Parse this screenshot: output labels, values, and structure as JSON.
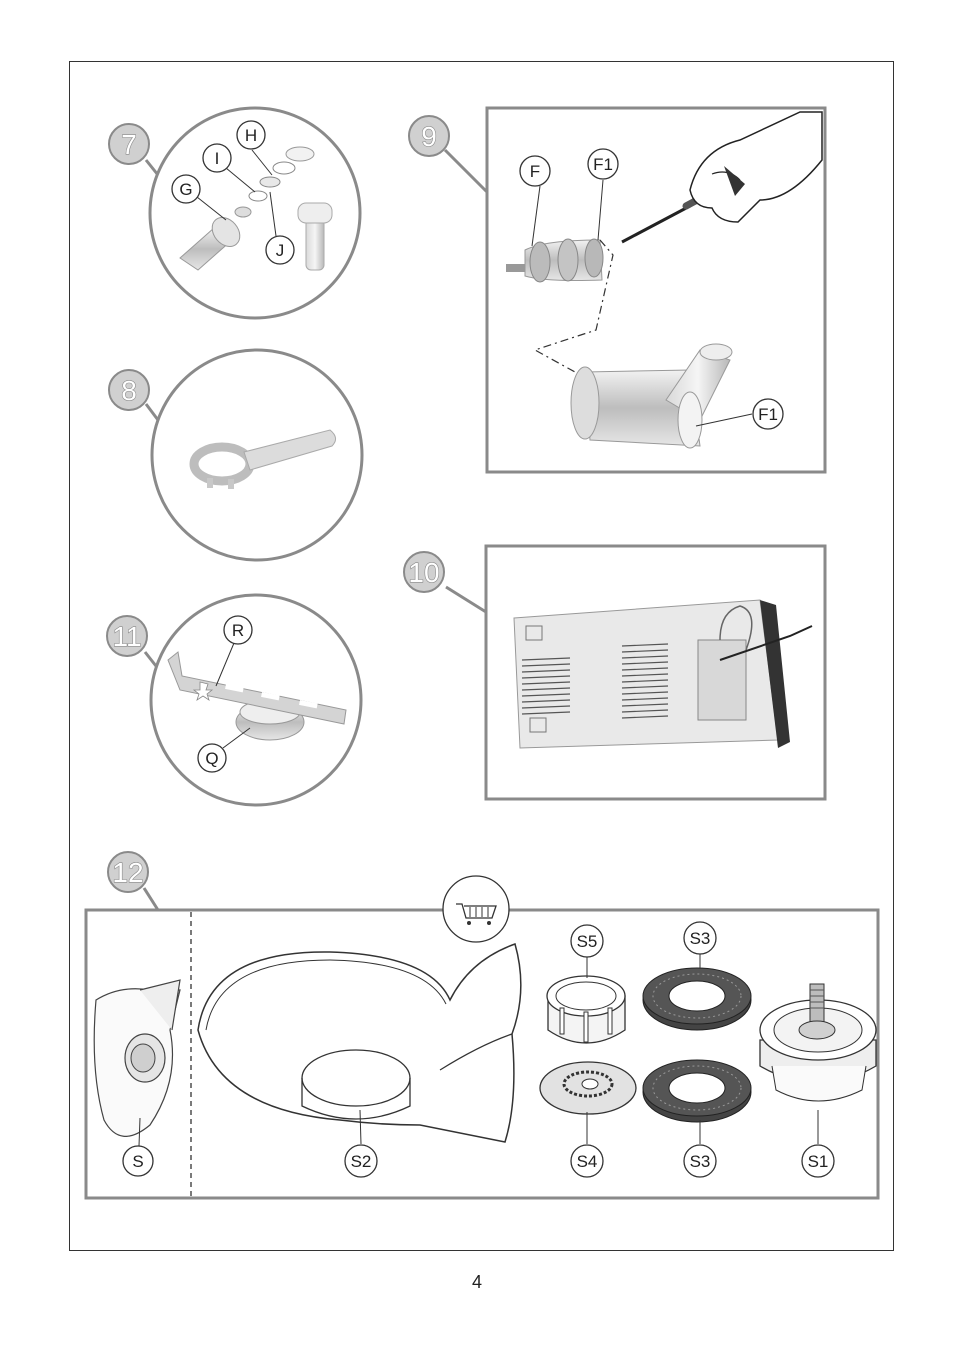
{
  "figures": {
    "fig7": {
      "number": "7",
      "labels": {
        "h": "H",
        "i": "I",
        "g": "G",
        "j": "J"
      }
    },
    "fig8": {
      "number": "8"
    },
    "fig9": {
      "number": "9",
      "labels": {
        "f": "F",
        "f1_top": "F1",
        "f1_bottom": "F1"
      }
    },
    "fig10": {
      "number": "10"
    },
    "fig11": {
      "number": "11",
      "labels": {
        "r": "R",
        "q": "Q"
      }
    },
    "fig12": {
      "number": "12",
      "labels": {
        "s": "S",
        "s2": "S2",
        "s5": "S5",
        "s3_top": "S3",
        "s4": "S4",
        "s3_bottom": "S3",
        "s1": "S1"
      }
    }
  },
  "icons": {
    "cart": "shopping-cart-icon"
  },
  "colors": {
    "frame": "#333333",
    "callout_gray": "#8a8a8a",
    "part_gray": "#cfcfcf"
  },
  "page_number": "4"
}
